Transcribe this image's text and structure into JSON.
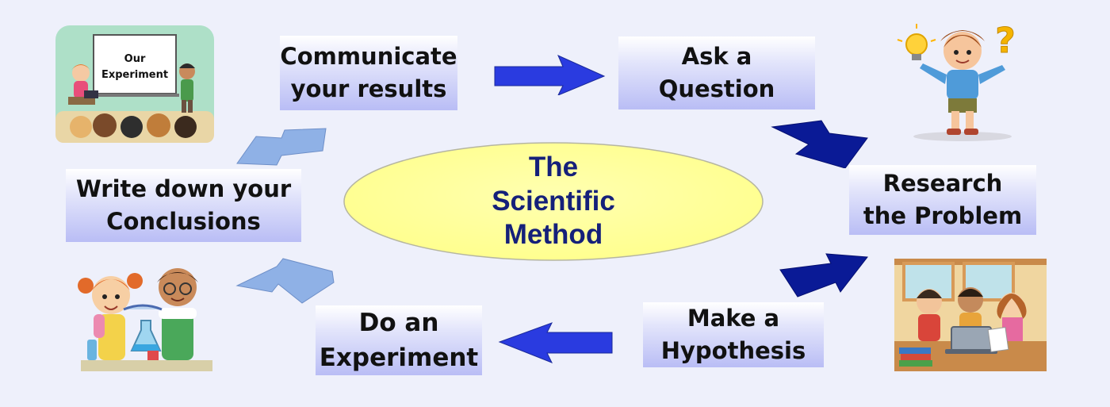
{
  "center": {
    "line1": "The",
    "line2": "Scientific",
    "line3": "Method"
  },
  "steps": {
    "ask": {
      "line1": "Ask a",
      "line2": "Question"
    },
    "research": {
      "line1": "Research",
      "line2": "the Problem"
    },
    "hypothesis": {
      "line1": "Make a",
      "line2": "Hypothesis"
    },
    "experiment": {
      "line1": "Do an",
      "line2": "Experiment"
    },
    "conclusions": {
      "line1": "Write down your",
      "line2": "Conclusions"
    },
    "communicate": {
      "line1": "Communicate",
      "line2": "your results"
    }
  },
  "board": {
    "line1": "Our",
    "line2": "Experiment"
  },
  "colors": {
    "ellipse_fill": "#ffff99",
    "center_text": "#15207a",
    "arrow_royal": "#2a3be0",
    "arrow_navy": "#0a1a96",
    "arrow_light": "#8fb1e6",
    "background": "#eef0fb"
  },
  "icons": [
    "lightbulb-icon",
    "question-mark-icon",
    "presentation-board-icon",
    "flask-icon",
    "laptop-icon"
  ]
}
